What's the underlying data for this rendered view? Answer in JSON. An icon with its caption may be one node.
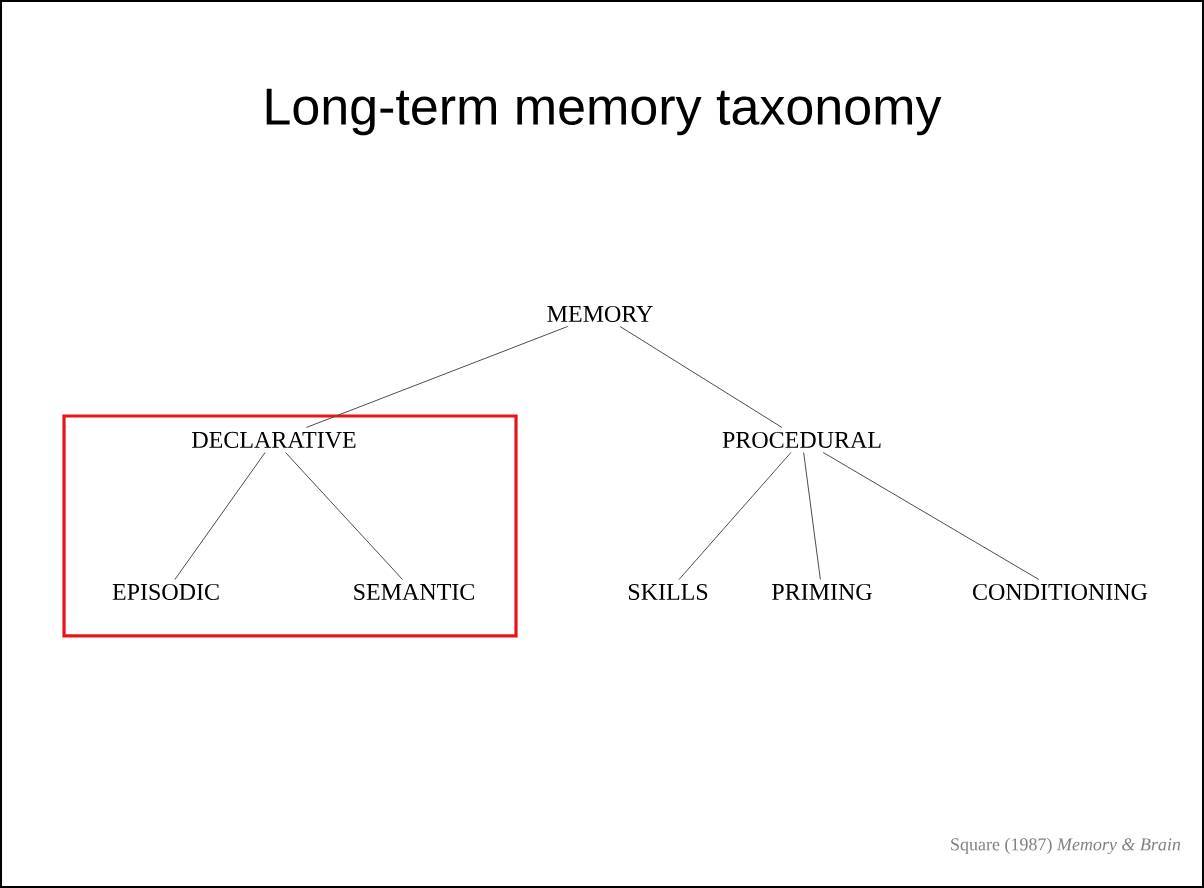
{
  "diagram": {
    "title": "Long-term memory taxonomy",
    "caption": "Square (1987) *Memory & Brain*",
    "nodes": [
      {
        "text": [
          "MEMORY"
        ]
      },
      {
        "text": [
          "DECLARATIVE"
        ]
      },
      {
        "text": [
          "PROCEDURAL"
        ]
      },
      {
        "text": [
          "EPISODIC"
        ]
      },
      {
        "text": [
          "SEMANTIC"
        ]
      },
      {
        "text": [
          "SKILLS"
        ]
      },
      {
        "text": [
          "PRIMING"
        ]
      },
      {
        "text": [
          "CONDITIONING"
        ]
      }
    ],
    "edges": [
      {
        "from": 0,
        "to": 1,
        "arrow": "none"
      },
      {
        "from": 0,
        "to": 2,
        "arrow": "none"
      },
      {
        "from": 1,
        "to": 3,
        "arrow": "none"
      },
      {
        "from": 1,
        "to": 4,
        "arrow": "none"
      },
      {
        "from": 2,
        "to": 5,
        "arrow": "none"
      },
      {
        "from": 2,
        "to": 6,
        "arrow": "none"
      },
      {
        "from": 2,
        "to": 7,
        "arrow": "none"
      }
    ]
  }
}
